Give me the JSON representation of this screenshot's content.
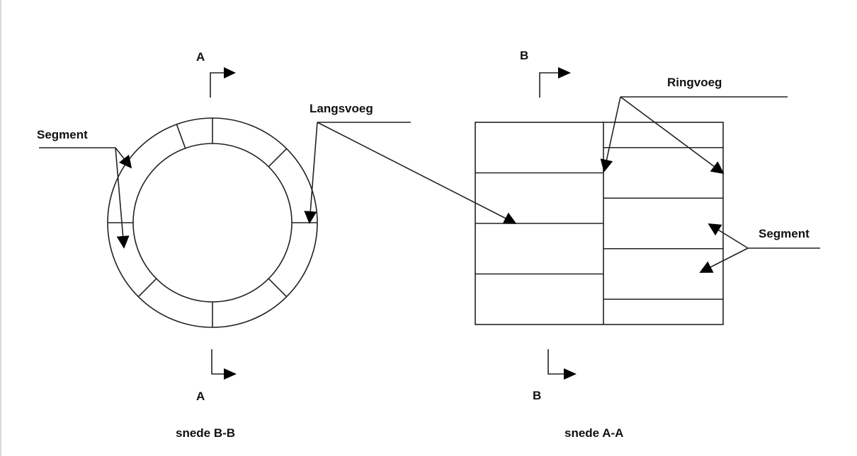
{
  "diagram": {
    "section_marks": {
      "a_top": "A",
      "a_bottom": "A",
      "b_top": "B",
      "b_bottom": "B"
    },
    "labels": {
      "segment_left": "Segment",
      "langsvoeg": "Langsvoeg",
      "ringvoeg": "Ringvoeg",
      "segment_right": "Segment"
    },
    "captions": {
      "left": "snede B-B",
      "right": "snede A-A"
    },
    "cross_section": {
      "joint_count": 8
    },
    "longitudinal_section": {
      "left_column_segments": 4,
      "right_column_segments": 5
    },
    "colors": {
      "line": "#222222",
      "background": "#ffffff"
    }
  }
}
